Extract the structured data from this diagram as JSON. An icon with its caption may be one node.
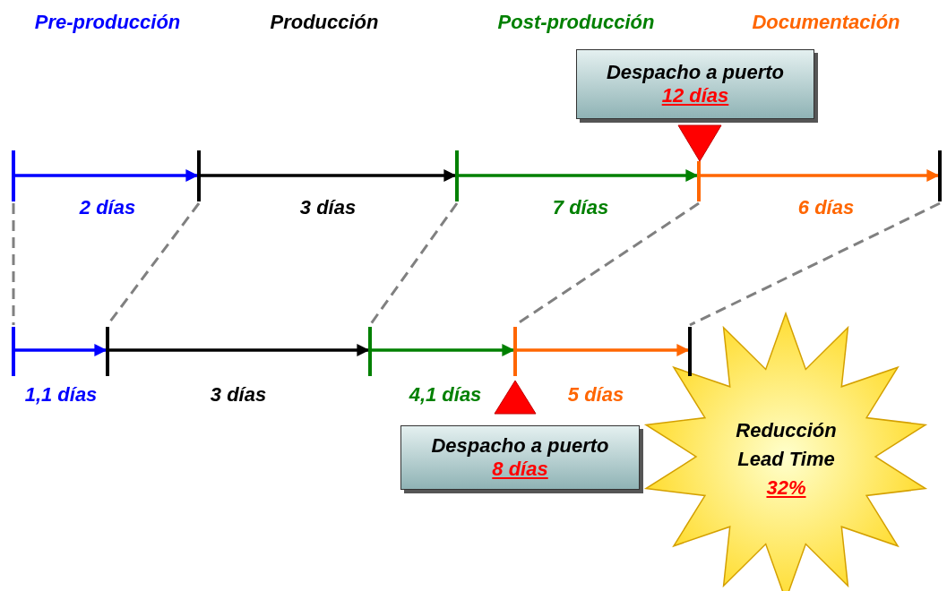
{
  "diagram": {
    "nodes": [
      {
        "text": [],
        "shape": "bar"
      },
      {
        "text": [],
        "shape": "bar"
      },
      {
        "text": [],
        "shape": "bar"
      },
      {
        "text": [],
        "shape": "bar"
      },
      {
        "text": [],
        "shape": "bar"
      },
      {
        "text": [],
        "shape": "bar"
      },
      {
        "text": [],
        "shape": "bar"
      },
      {
        "text": [],
        "shape": "bar"
      },
      {
        "text": [],
        "shape": "bar"
      },
      {
        "text": [],
        "shape": "bar"
      },
      {
        "text": [
          "Despacho a puerto",
          "12 días"
        ]
      },
      {
        "text": [
          "Despacho a puerto",
          "8 días"
        ]
      },
      {
        "text": [
          "Reducción Lead Time",
          "32%"
        ]
      }
    ],
    "edges": [
      {
        "from": 0,
        "to": 1,
        "arrow": "to",
        "label": "2 días",
        "color": "#0000ff"
      },
      {
        "from": 1,
        "to": 2,
        "arrow": "to",
        "label": "3 días",
        "color": "#000000"
      },
      {
        "from": 2,
        "to": 3,
        "arrow": "to",
        "label": "7 días",
        "color": "#008000"
      },
      {
        "from": 3,
        "to": 4,
        "arrow": "to",
        "label": "6 días",
        "color": "#ff6600"
      },
      {
        "from": 5,
        "to": 6,
        "arrow": "to",
        "label": "1,1 días",
        "color": "#0000ff"
      },
      {
        "from": 6,
        "to": 7,
        "arrow": "to",
        "label": "3 días",
        "color": "#000000"
      },
      {
        "from": 7,
        "to": 8,
        "arrow": "to",
        "label": "4,1 días",
        "color": "#008000"
      },
      {
        "from": 8,
        "to": 9,
        "arrow": "to",
        "label": "5 días",
        "color": "#ff6600"
      },
      {
        "from": 0,
        "to": 5,
        "arrow": "none",
        "style": "dashed",
        "color": "#808080"
      },
      {
        "from": 1,
        "to": 6,
        "arrow": "none",
        "style": "dashed",
        "color": "#808080"
      },
      {
        "from": 2,
        "to": 7,
        "arrow": "none",
        "style": "dashed",
        "color": "#808080"
      },
      {
        "from": 3,
        "to": 8,
        "arrow": "none",
        "style": "dashed",
        "color": "#808080"
      },
      {
        "from": 4,
        "to": 9,
        "arrow": "none",
        "style": "dashed",
        "color": "#808080"
      }
    ],
    "labels": [
      "Pre-producción",
      "Producción",
      "Post-producción",
      "Documentación"
    ]
  }
}
